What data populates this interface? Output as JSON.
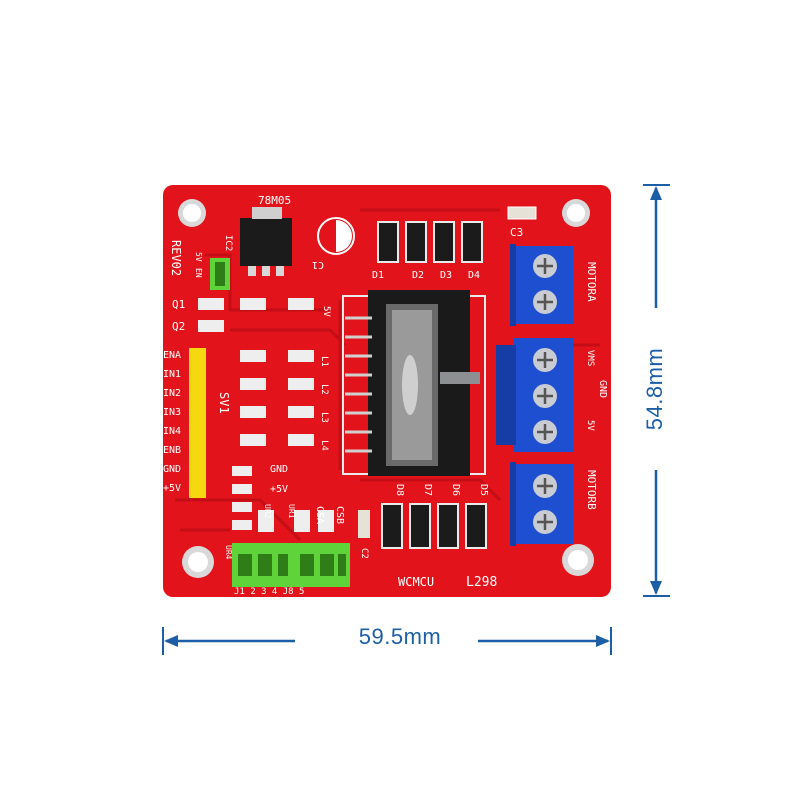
{
  "dimensions": {
    "width_label": "59.5mm",
    "height_label": "54.8mm",
    "color": "#1d5fa6"
  },
  "board": {
    "color": "#e3131b",
    "revision": "REV02",
    "brand": "WCMCU",
    "chip": "L298",
    "regulator": "78M05",
    "silkscreen": {
      "ic2": "IC2",
      "c1": "C1",
      "c2": "C2",
      "c3": "C3",
      "d1": "D1",
      "d2": "D2",
      "d3": "D3",
      "d4": "D4",
      "d5": "D5",
      "d6": "D6",
      "d7": "D7",
      "d8": "D8",
      "l1": "L1",
      "l2": "L2",
      "l3": "L3",
      "l4": "L4",
      "q1": "Q1",
      "q2": "Q2",
      "sv1": "SV1",
      "five_v": "5V",
      "en": "EN",
      "gnd": "GND",
      "plus5v": "+5V",
      "vms": "VMS",
      "motor_a": "MOTORA",
      "motor_b": "MOTORB",
      "power_gnd": "GND",
      "power_5v": "5V",
      "ur4": "UR4",
      "ur1": "UR1",
      "ur2": "UR2",
      "csa": "CSA",
      "csb": "CSB",
      "jumpers": "J1 2 3  4 J8 5"
    },
    "header_pins": [
      "ENA",
      "IN1",
      "IN2",
      "IN3",
      "IN4",
      "ENB",
      "GND",
      "+5V"
    ],
    "colors": {
      "terminal": "#1e4fd0",
      "screw": "#c9ccd2",
      "header": "#f5d80f",
      "jumper": "#5fd33a",
      "heatsink": "#1a1a1a",
      "silver": "#d8d8d8"
    }
  }
}
